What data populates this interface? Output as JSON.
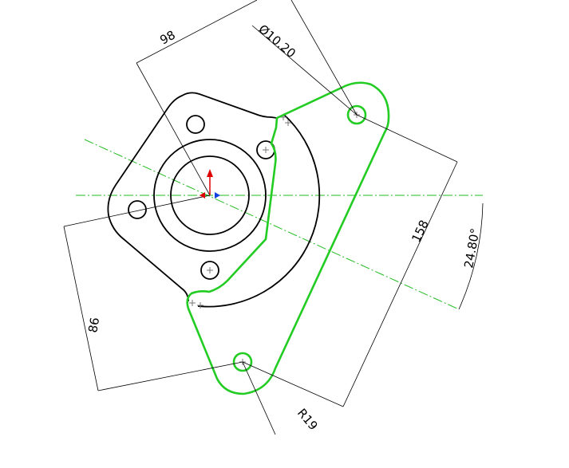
{
  "colors": {
    "sketch": "#000000",
    "selected": "#22cc22",
    "centerline": "#22bb22",
    "axis_y": "#e00000",
    "axis_x": "#1040e0"
  },
  "dimensions": {
    "d98": "98",
    "hole_diameter": "Ø10.20",
    "d158": "158",
    "angle": "24.80°",
    "d86": "86",
    "radius": "R19"
  }
}
